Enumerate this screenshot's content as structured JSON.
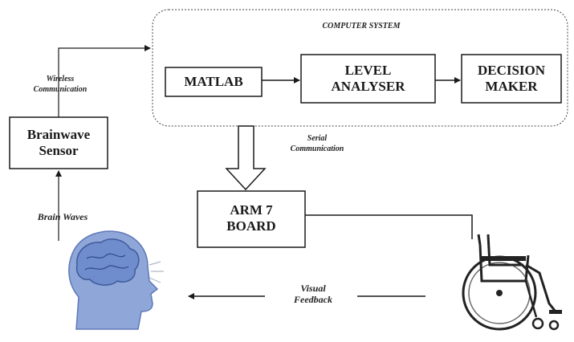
{
  "computer_system": {
    "title": "COMPUTER SYSTEM",
    "blocks": [
      {
        "id": "matlab",
        "lines": [
          "MATLAB"
        ]
      },
      {
        "id": "level_analyser",
        "lines": [
          "LEVEL",
          "ANALYSER"
        ]
      },
      {
        "id": "decision_maker",
        "lines": [
          "DECISION",
          "MAKER"
        ]
      }
    ]
  },
  "brainwave_sensor": {
    "lines": [
      "Brainwave",
      "Sensor"
    ]
  },
  "arm_board": {
    "lines": [
      "ARM 7",
      "BOARD"
    ]
  },
  "links": {
    "wireless": [
      "Wireless",
      "Communication"
    ],
    "serial": [
      "Serial",
      "Communication"
    ],
    "brain_waves": "Brain Waves",
    "visual_feedback": [
      "Visual",
      "Feedback"
    ]
  },
  "colors": {
    "line": "#1a1a1a",
    "head_fill": "#8fa6d8",
    "brain_fill": "#6f8ccc",
    "wheelchair": "#222222"
  },
  "icons": {
    "head": "human-head-with-brain",
    "wheelchair": "wheelchair"
  }
}
